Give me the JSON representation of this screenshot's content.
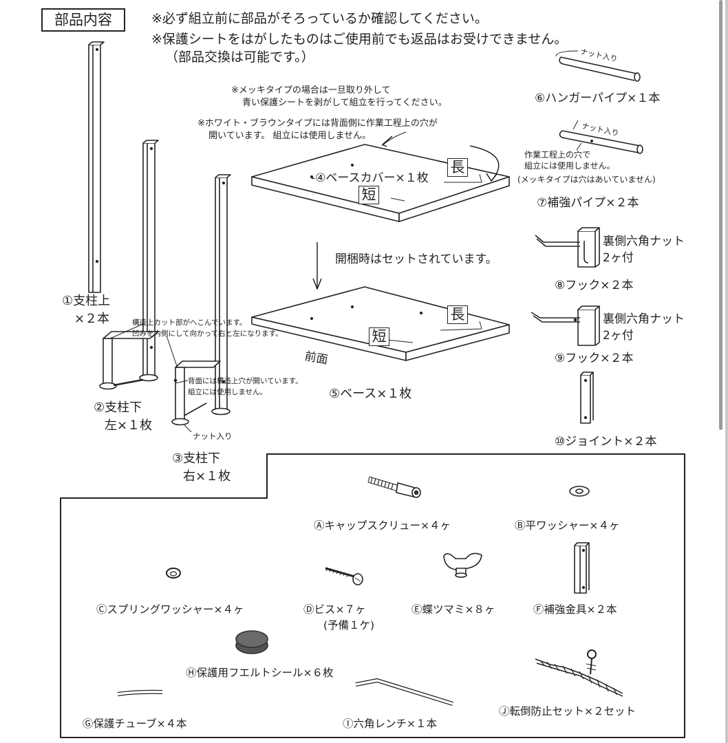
{
  "header": {
    "title": "部品内容",
    "note1": "※必ず組立前に部品がそろっているか確認してください。",
    "note2": "※保護シートをはがしたものはご使用前でも返品はお受けできません。",
    "note3": "（部品交換は可能です。）"
  },
  "notes": {
    "mekki1": "※メッキタイプの場合は一旦取り外して",
    "mekki2": "青い保護シートを剥がして組立を行ってください。",
    "white1": "※ホワイト・ブラウンタイプには背面側に作業工程上の穴が",
    "white2": "開いています。 組立には使用しません。",
    "packed": "開梱時はセットされています。",
    "hole1": "作業工程上の穴で",
    "hole2": "組立には使用しません。",
    "hole3": "(メッキタイプは穴はあいていません)",
    "cut1": "構造上カット部がへこんでいます。",
    "cut2": "凹みを内側にして向かって右と左になります。",
    "back1": "背面には構造上穴が開いています。",
    "back2": "組立には使用しません。",
    "nut_in": "ナット入り",
    "hex_nut": "裏側六角ナット",
    "two_attached": "2ヶ付"
  },
  "box_labels": {
    "long": "長",
    "short": "短",
    "front": "前面"
  },
  "parts": {
    "p1a": "①支柱上",
    "p1b": "×２本",
    "p2a": "②支柱下",
    "p2b": "左×１枚",
    "p3a": "③支柱下",
    "p3b": "右×１枚",
    "p4": "-④ベースカバー×１枚",
    "p5": "⑤ベース×１枚",
    "p6": "⑥ハンガーパイプ×１本",
    "p7": "⑦補強パイプ×２本",
    "p8": "⑧フック×２本",
    "p9": "⑨フック×２本",
    "p10": "⑩ジョイント×２本"
  },
  "hardware": {
    "A": "Ⓐキャップスクリュー×４ヶ",
    "B": "Ⓑ平ワッシャー×４ヶ",
    "C": "Ⓒスプリングワッシャー×４ヶ",
    "D1": "Ⓓビス×７ヶ",
    "D2": "(予備１ケ)",
    "E": "Ⓔ蝶ツマミ×８ヶ",
    "F": "Ⓕ補強金具×２本",
    "H": "Ⓗ保護用フエルトシール×６枚",
    "G": "Ⓖ保護チューブ×４本",
    "I": "Ⓘ六角レンチ×１本",
    "J": "Ⓙ転倒防止セット×２セット"
  },
  "colors": {
    "ink": "#222222",
    "felt": "#555555",
    "scroll": "#9a9a9a"
  },
  "icons": [
    "arrow-down-icon",
    "curved-arrow-icon",
    "scrollbar"
  ]
}
